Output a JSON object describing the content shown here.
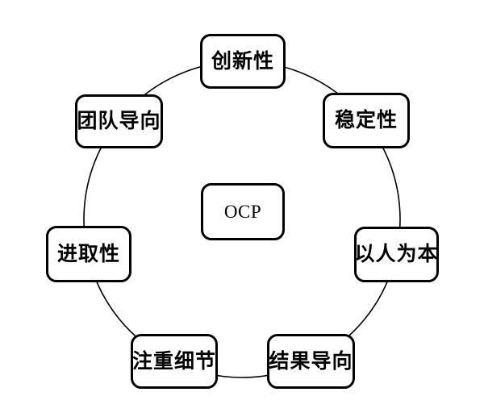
{
  "diagram": {
    "type": "circular-relationship-diagram",
    "center_node": {
      "id": "ocp",
      "label": "OCP"
    },
    "outer_nodes": [
      {
        "id": "innovation",
        "label": "创新性"
      },
      {
        "id": "stability",
        "label": "稳定性"
      },
      {
        "id": "people-oriented",
        "label": "以人为本"
      },
      {
        "id": "result-oriented",
        "label": "结果导向"
      },
      {
        "id": "attention-to-detail",
        "label": "注重细节"
      },
      {
        "id": "enterprising",
        "label": "进取性"
      },
      {
        "id": "team-oriented",
        "label": "团队导向"
      }
    ],
    "colors": {
      "background": "#ffffff",
      "node_fill": "#ffffff",
      "node_border": "#000000",
      "ring_stroke": "#000000",
      "text": "#000000"
    }
  }
}
